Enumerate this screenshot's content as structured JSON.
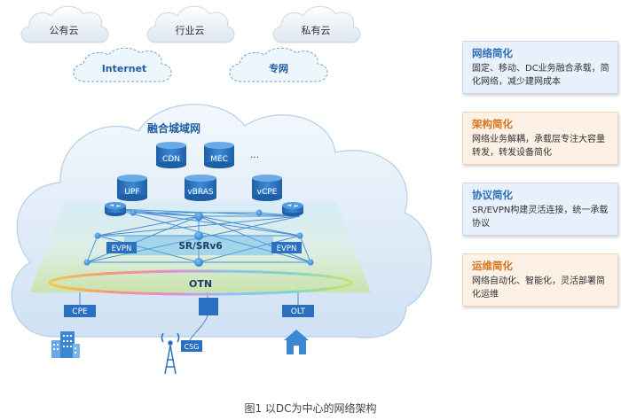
{
  "clouds": {
    "public": "公有云",
    "industry": "行业云",
    "private": "私有云",
    "internet": "Internet",
    "private_net": "专网"
  },
  "metro": {
    "title": "融合城域网",
    "nodes": {
      "cdn": "CDN",
      "mec": "MEC",
      "more": "…",
      "upf": "UPF",
      "vbras": "vBRAS",
      "vcpe": "vCPE"
    },
    "srv6": "SR/SRv6",
    "evpn_left": "EVPN",
    "evpn_right": "EVPN",
    "otn": "OTN"
  },
  "access": {
    "cpe": "CPE",
    "csg": "CSG",
    "olt": "OLT"
  },
  "cards": [
    {
      "title": "网络简化",
      "body": "固定、移动、DC业务融合承载，简化网络，减少建网成本",
      "color": "#2f6fb8"
    },
    {
      "title": "架构简化",
      "body": "网络业务解耦，承载层专注大容量转发，转发设备简化",
      "color": "#d9731f"
    },
    {
      "title": "协议简化",
      "body": "SR/EVPN构建灵活连接，统一承载协议",
      "color": "#2f6fb8"
    },
    {
      "title": "运维简化",
      "body": "网络自动化、智能化，灵活部署简化运维",
      "color": "#d9731f"
    }
  ],
  "caption": "图1  以DC为中心的网络架构"
}
